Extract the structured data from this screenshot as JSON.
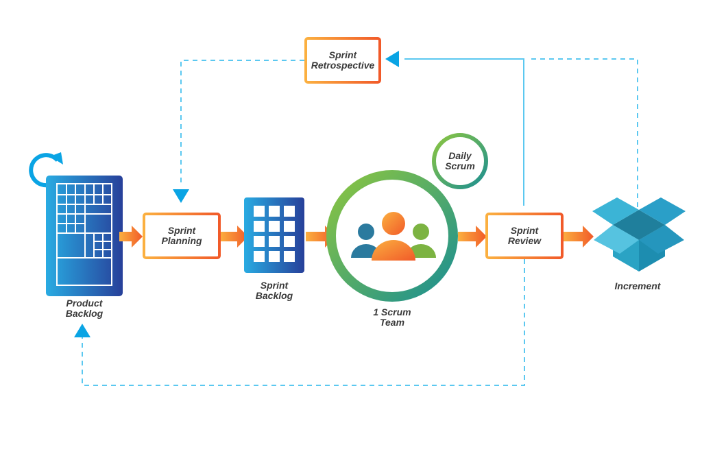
{
  "nodes": {
    "product_backlog": "Product\nBacklog",
    "sprint_planning": "Sprint\nPlanning",
    "sprint_backlog": "Sprint\nBacklog",
    "scrum_team": "1 Scrum\nTeam",
    "daily_scrum": "Daily\nScrum",
    "sprint_review": "Sprint\nReview",
    "increment": "Increment",
    "sprint_retrospective": "Sprint\nRetrospective"
  },
  "icons": {
    "product_backlog": "refresh-loop-icon",
    "team": "people-group-icon",
    "increment": "open-box-icon"
  },
  "colors": {
    "orange": "#f7941d",
    "orange_dark": "#f15a29",
    "orange_light": "#fbb040",
    "blue_dark": "#27409a",
    "blue_light": "#29abe2",
    "green": "#8dc63f",
    "teal": "#1b9e8f",
    "dashed_line": "#5bc8f0",
    "text": "#3a3a3a"
  }
}
